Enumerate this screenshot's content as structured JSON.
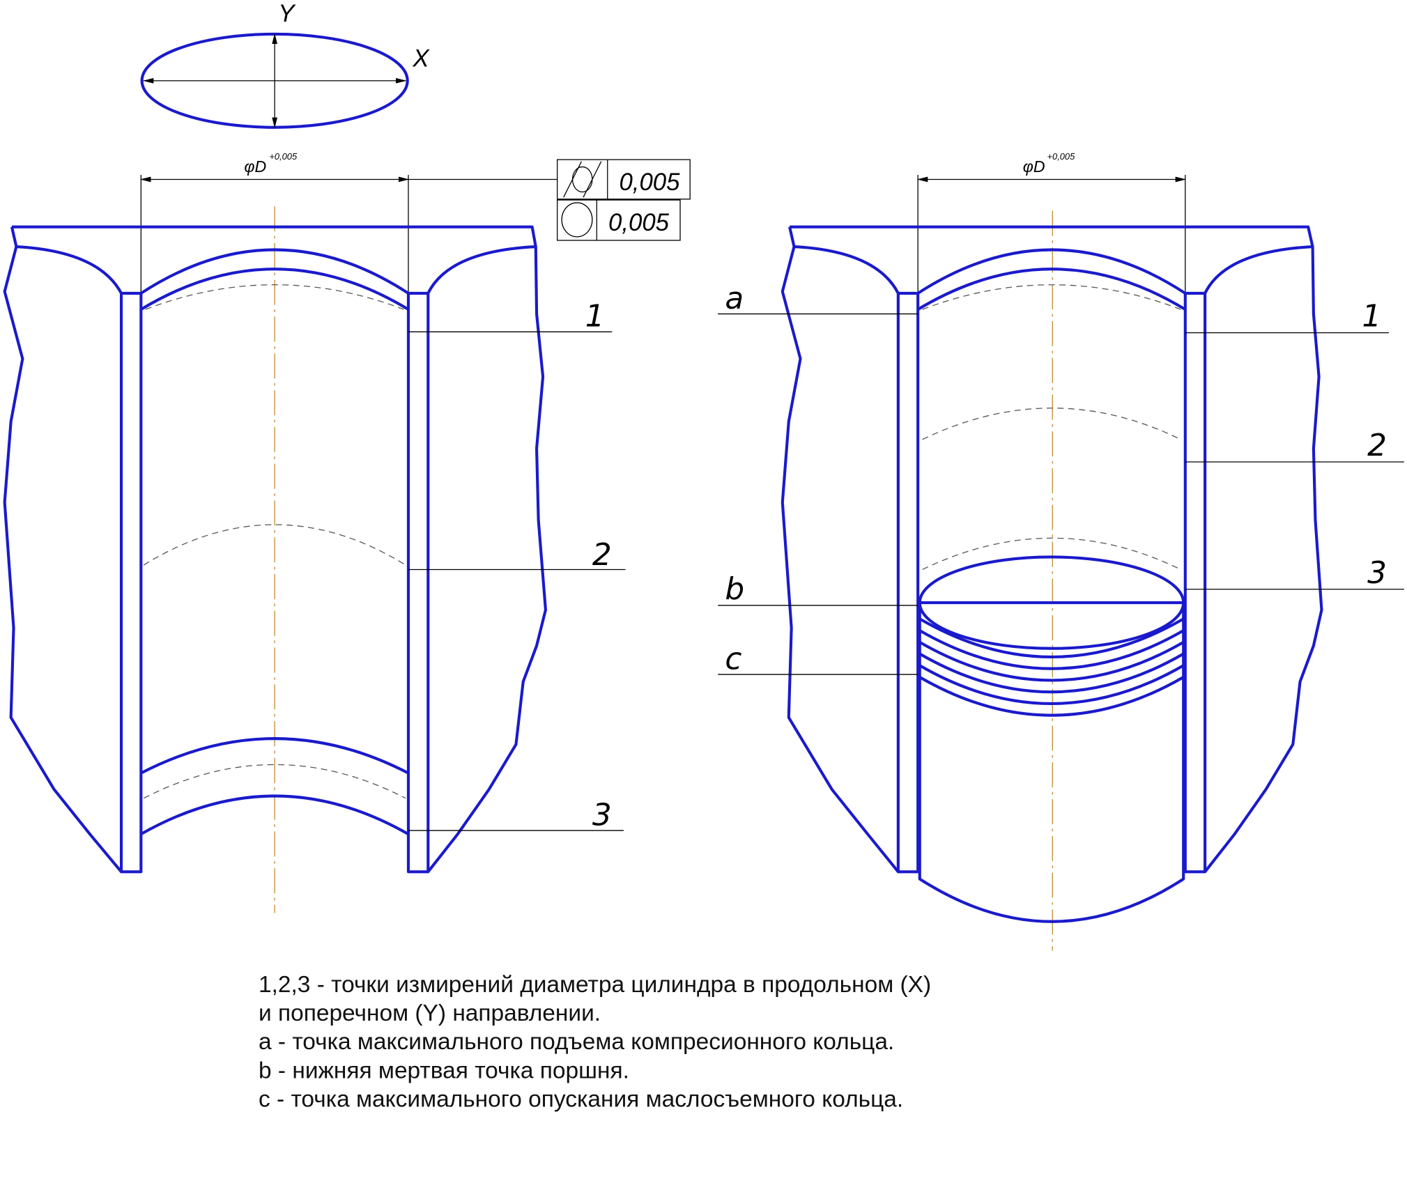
{
  "ellipse_axes": {
    "y_label": "Y",
    "x_label": "X"
  },
  "dimension": {
    "symbol": "φD",
    "tolerance": "+0,005"
  },
  "tolerance_frames": [
    {
      "symbol": "cylindricity",
      "value": "0,005"
    },
    {
      "symbol": "roundness",
      "value": "0,005"
    }
  ],
  "left_view": {
    "points": [
      "1",
      "2",
      "3"
    ]
  },
  "right_view": {
    "points": [
      "1",
      "2",
      "3"
    ],
    "letters": [
      "a",
      "b",
      "c"
    ]
  },
  "notes": [
    "1,2,3 - точки измирений диаметра цилиндра в продольном (X)",
    "и поперечном (Y) направлении.",
    "a - точка максимального подъема компресионного кольца.",
    "b - нижняя мертвая точка поршня.",
    "c - точка максимального опускания маслосъемного кольца."
  ],
  "colors": {
    "outline": "#1a1acc",
    "axis": "#c08a30"
  }
}
